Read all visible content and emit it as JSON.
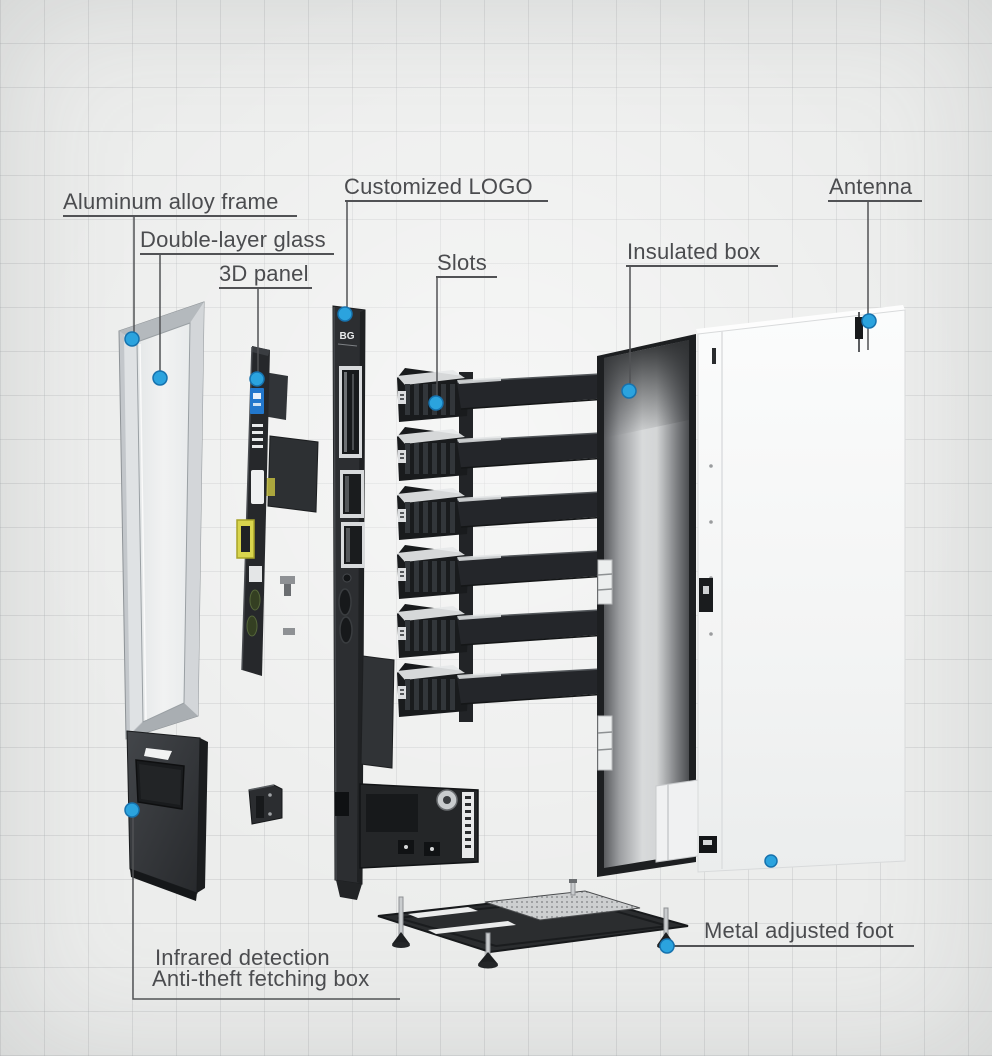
{
  "labels": {
    "aluminum_frame": "Aluminum alloy frame",
    "double_glass": "Double-layer glass",
    "panel_3d": "3D panel",
    "customized_logo": "Customized LOGO",
    "slots": "Slots",
    "insulated_box": "Insulated box",
    "antenna": "Antenna",
    "metal_foot": "Metal adjusted foot",
    "infrared_detection": "Infrared detection",
    "antitheft_box": "Anti-theft fetching box"
  },
  "logo_text": "BG",
  "colors": {
    "background": "#ecedec",
    "label_text": "#4b4c4f",
    "leader_line": "#515255",
    "callout_dot": "#2ba3de",
    "callout_dot_ring": "#1672ae",
    "frame_silver": "#c3c7cb",
    "part_dark": "#26282b",
    "cabinet_white": "#f6f7f7",
    "accent_yellow": "#d9d54d",
    "accent_blue_sticker": "#2277cc"
  }
}
